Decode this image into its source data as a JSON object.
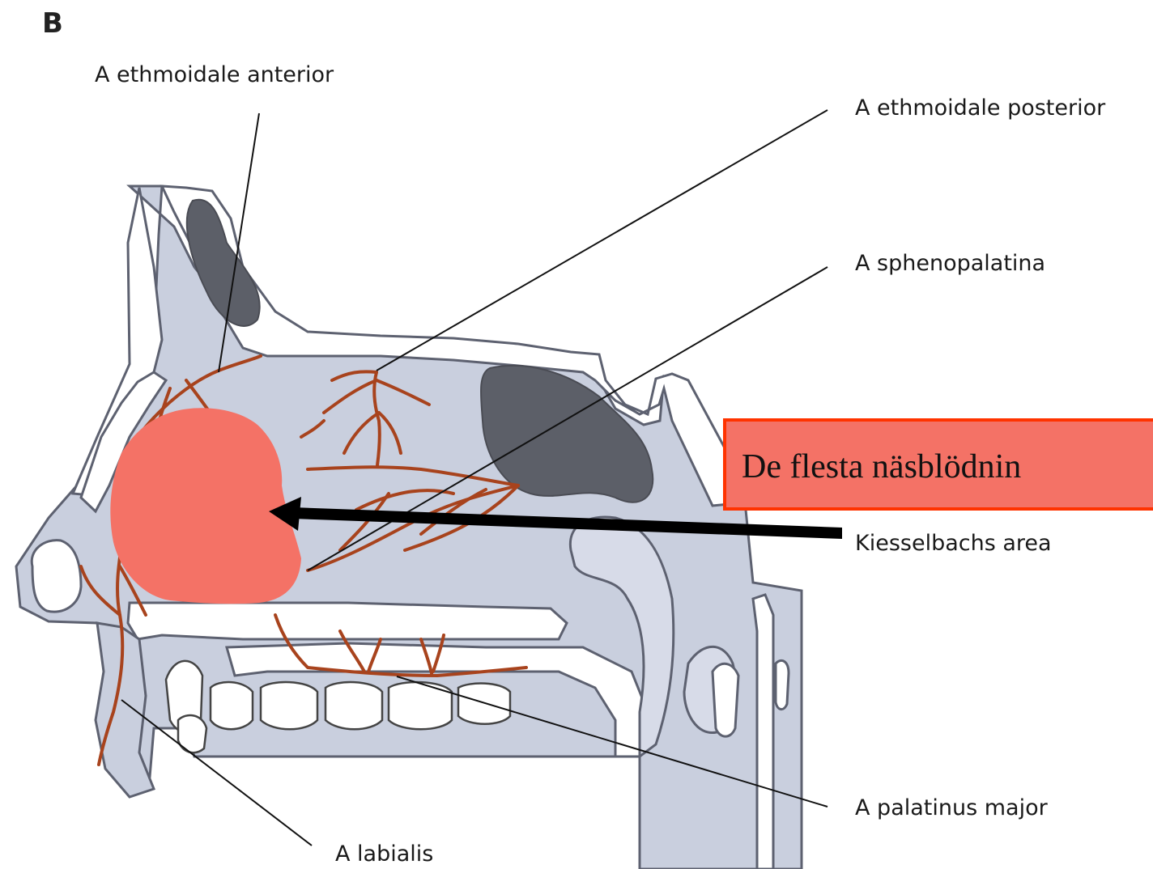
{
  "panel_letter": "B",
  "labels": {
    "ethmoidale_anterior": "A ethmoidale anterior",
    "ethmoidale_posterior": "A ethmoidale posterior",
    "sphenopalatina": "A sphenopalatina",
    "kiesselbachs": "Kiesselbachs area",
    "palatinus_major": "A palatinus major",
    "labialis": "A labialis"
  },
  "callout": {
    "text": "De flesta näsblödnin",
    "box_color": "#f47266",
    "border_color": "#ff3300"
  },
  "highlight_color": "#f47266",
  "vessel_color": "#a8431d"
}
